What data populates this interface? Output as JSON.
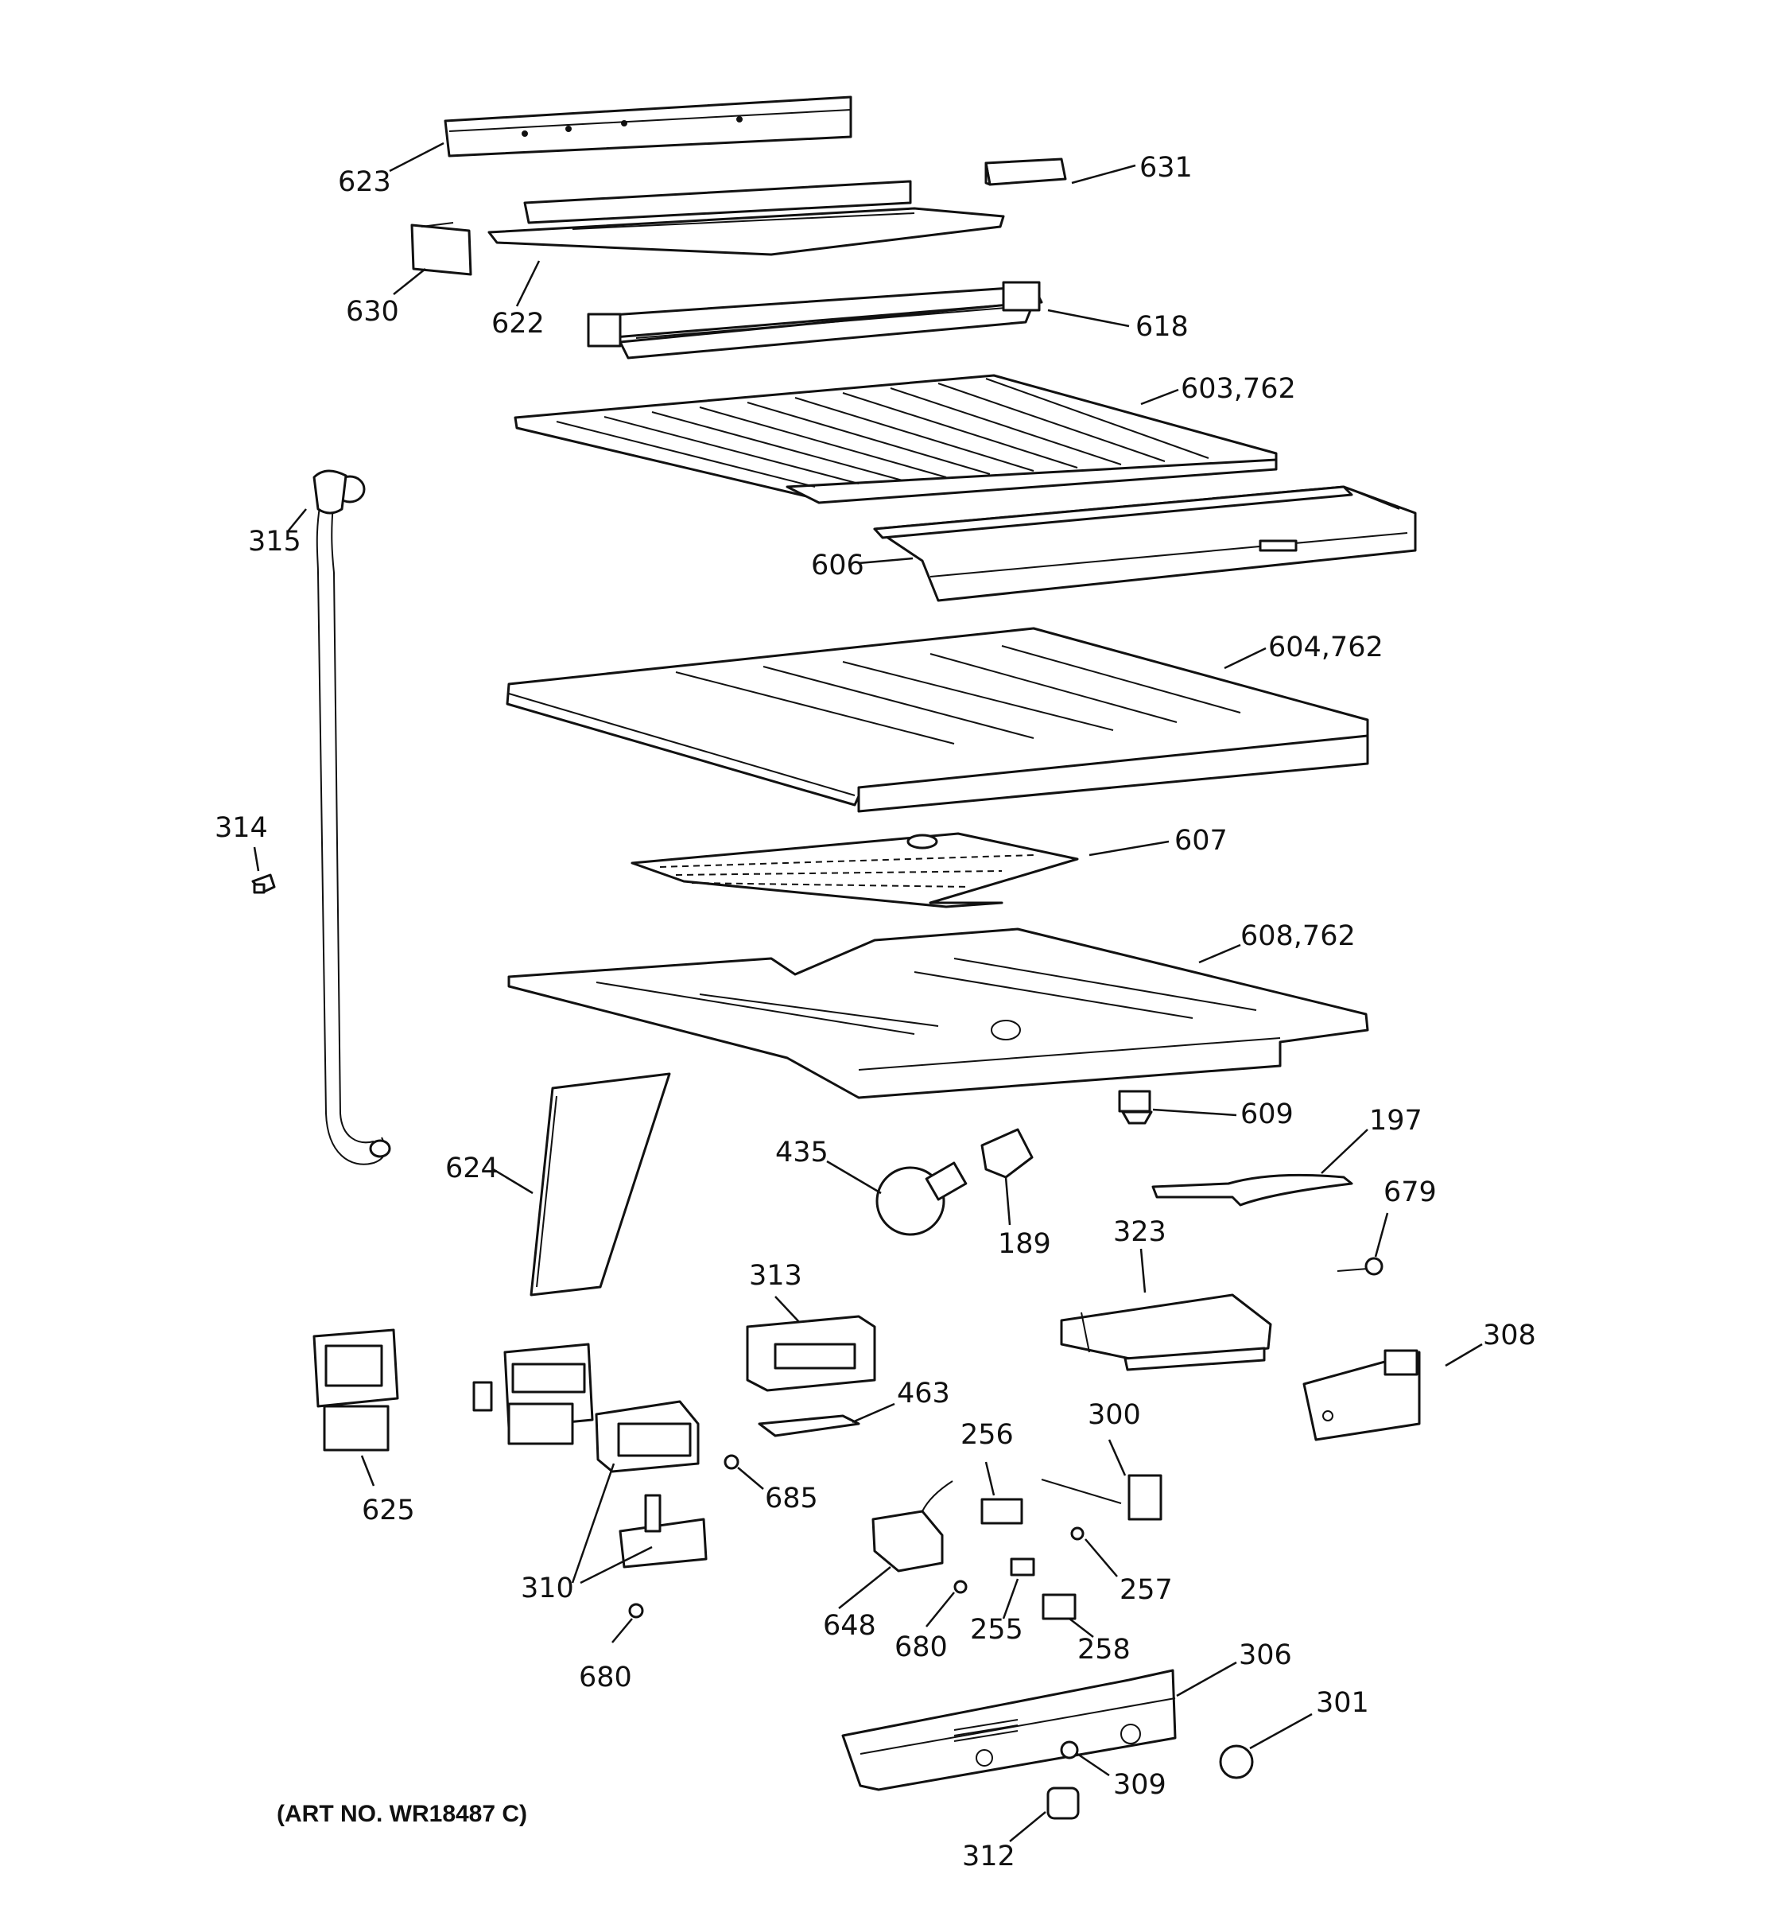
{
  "diagram": {
    "art_number": "(ART NO. WR18487 C)",
    "labels": {
      "p623": "623",
      "p631": "631",
      "p630": "630",
      "p622": "622",
      "p618": "618",
      "p603": "603,762",
      "p315": "315",
      "p606": "606",
      "p604": "604,762",
      "p314": "314",
      "p607": "607",
      "p608": "608,762",
      "p609": "609",
      "p197": "197",
      "p624": "624",
      "p435": "435",
      "p189": "189",
      "p679": "679",
      "p323": "323",
      "p313": "313",
      "p308": "308",
      "p463": "463",
      "p300": "300",
      "p256": "256",
      "p625": "625",
      "p685": "685",
      "p310": "310",
      "p257": "257",
      "p648": "648",
      "p680a": "680",
      "p255": "255",
      "p258": "258",
      "p680b": "680",
      "p306": "306",
      "p301": "301",
      "p309": "309",
      "p312": "312"
    }
  }
}
